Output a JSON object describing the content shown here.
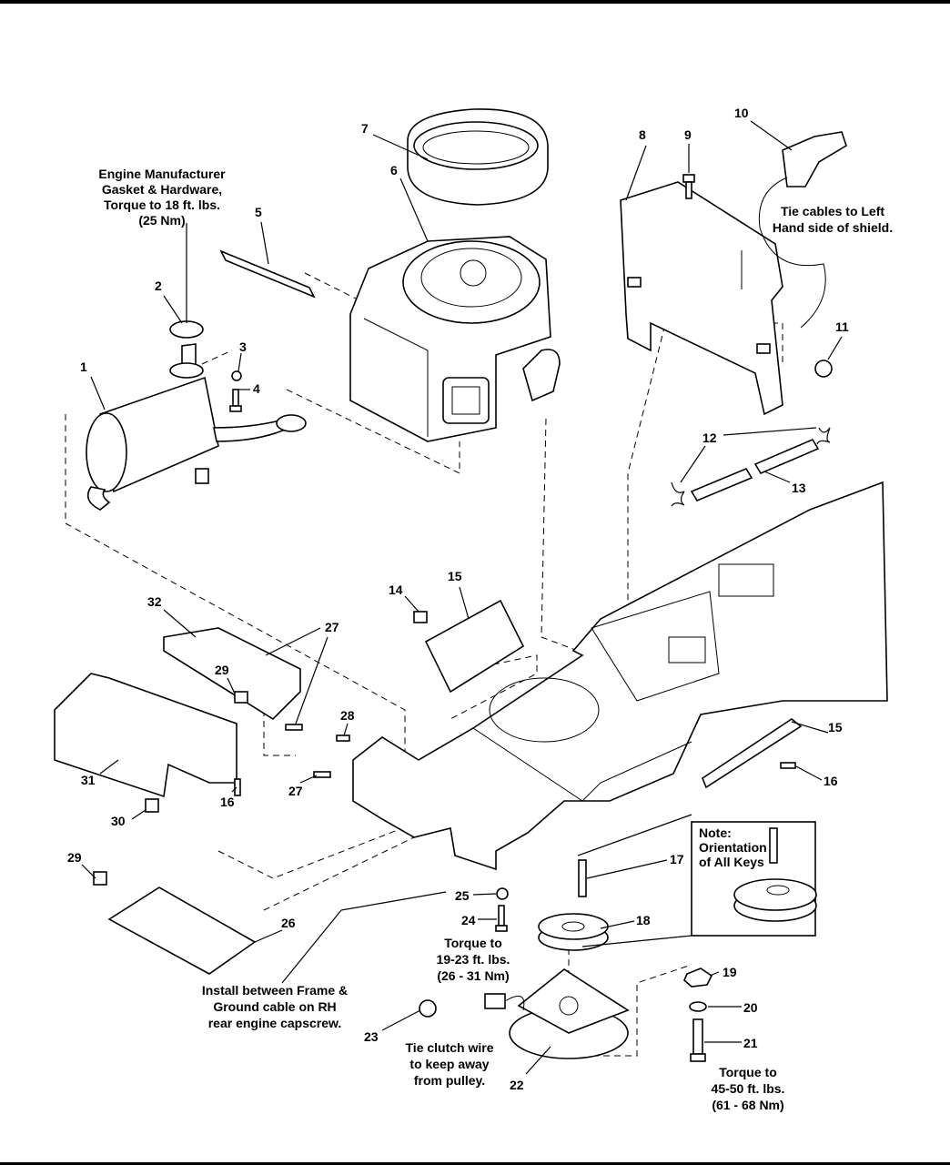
{
  "callouts": {
    "c1": "1",
    "c2": "2",
    "c3": "3",
    "c4": "4",
    "c5": "5",
    "c6": "6",
    "c7": "7",
    "c8": "8",
    "c9": "9",
    "c10": "10",
    "c11": "11",
    "c12": "12",
    "c13": "13",
    "c14": "14",
    "c15a": "15",
    "c15b": "15",
    "c16a": "16",
    "c16b": "16",
    "c17": "17",
    "c18": "18",
    "c19": "19",
    "c20": "20",
    "c21": "21",
    "c22": "22",
    "c23": "23",
    "c24": "24",
    "c25": "25",
    "c26": "26",
    "c27a": "27",
    "c27b": "27",
    "c28": "28",
    "c29a": "29",
    "c29b": "29",
    "c30": "30",
    "c31": "31",
    "c32": "32"
  },
  "notes": {
    "engine_gasket": [
      "Engine Manufacturer",
      "Gasket & Hardware,",
      "Torque to 18 ft. lbs.",
      "(25 Nm)"
    ],
    "tie_cables": [
      "Tie cables to Left",
      "Hand side of shield."
    ],
    "keys": [
      "Note:",
      "Orientation",
      "of All Keys"
    ],
    "torque_24": [
      "Torque to",
      "19-23 ft. lbs.",
      "(26 - 31 Nm)"
    ],
    "ground_cable": [
      "Install between Frame &",
      "Ground cable on RH",
      "rear engine capscrew."
    ],
    "clutch_wire": [
      "Tie clutch wire",
      "to keep away",
      "from pulley."
    ],
    "torque_21": [
      "Torque to",
      "45-50 ft. lbs.",
      "(61 - 68 Nm)"
    ]
  }
}
